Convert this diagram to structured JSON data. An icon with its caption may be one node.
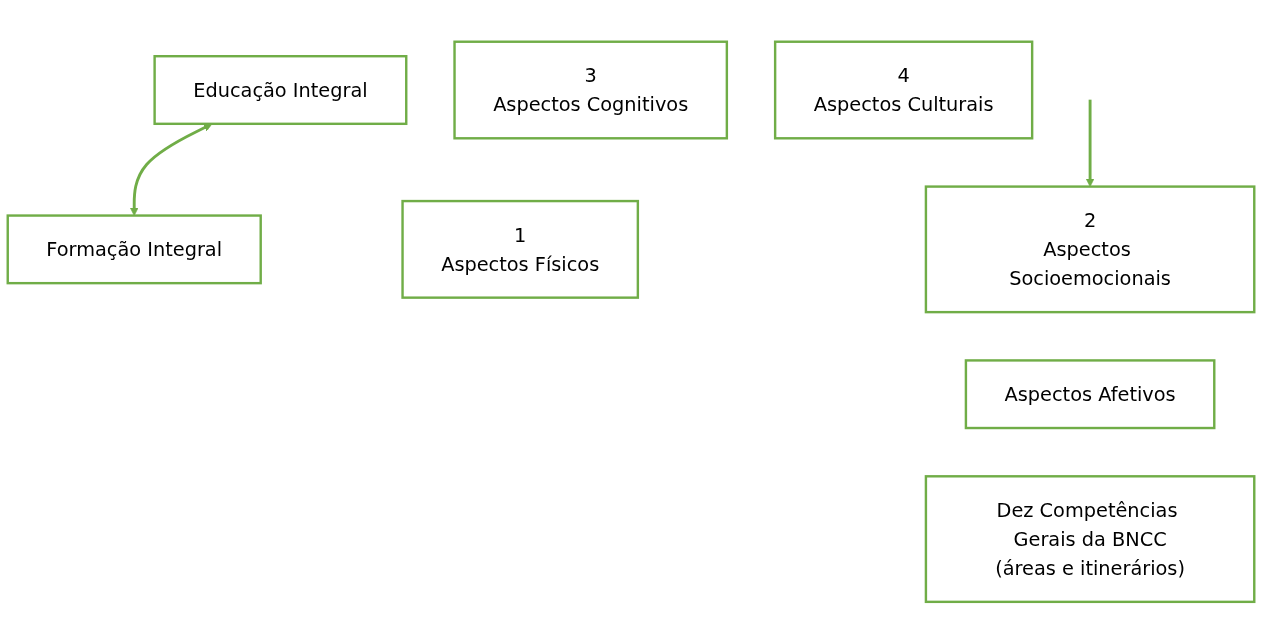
{
  "diagram": {
    "nodes": [
      {
        "text": [
          "Educação Integral"
        ]
      },
      {
        "text": [
          "Formação Integral"
        ]
      },
      {
        "text": [
          "1",
          "Aspectos Físicos"
        ]
      },
      {
        "text": [
          "2",
          "Aspectos Socioemocionais"
        ]
      },
      {
        "text": [
          "3",
          "Aspectos Cognitivos"
        ]
      },
      {
        "text": [
          "4",
          "Aspectos Culturais"
        ]
      },
      {
        "text": [
          "Aspectos Afetivos"
        ]
      },
      {
        "text": [
          "Dez Competências Gerais da BNCC",
          "(áreas e itinerários)"
        ]
      }
    ],
    "edges": [
      {
        "from": 0,
        "to": 1,
        "arrow": "both"
      },
      {
        "from": null,
        "to": 3,
        "arrow": "to"
      }
    ]
  }
}
